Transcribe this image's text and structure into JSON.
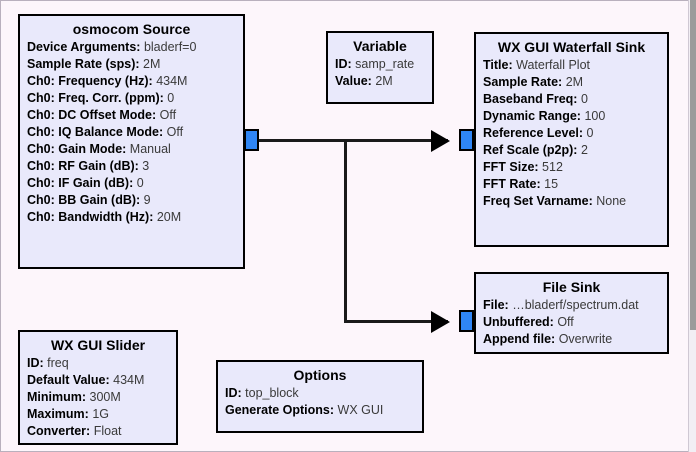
{
  "app": {
    "canvas_background": "#fdf6fb",
    "block_fill": "#e9e9fb",
    "block_border": "#000000",
    "port_color": "#2f86f6",
    "wire_color": "#1a1a1a"
  },
  "blocks": {
    "osmocom_source": {
      "title": "osmocom Source",
      "props": [
        {
          "key": "Device Arguments:",
          "value": "bladerf=0"
        },
        {
          "key": "Sample Rate (sps):",
          "value": "2M"
        },
        {
          "key": "Ch0: Frequency (Hz):",
          "value": "434M"
        },
        {
          "key": "Ch0: Freq. Corr. (ppm):",
          "value": "0"
        },
        {
          "key": "Ch0: DC Offset Mode:",
          "value": "Off"
        },
        {
          "key": "Ch0: IQ Balance Mode:",
          "value": "Off"
        },
        {
          "key": "Ch0: Gain Mode:",
          "value": "Manual"
        },
        {
          "key": "Ch0: RF Gain (dB):",
          "value": "3"
        },
        {
          "key": "Ch0: IF Gain (dB):",
          "value": "0"
        },
        {
          "key": "Ch0: BB Gain (dB):",
          "value": "9"
        },
        {
          "key": "Ch0: Bandwidth (Hz):",
          "value": "20M"
        }
      ]
    },
    "variable": {
      "title": "Variable",
      "props": [
        {
          "key": "ID:",
          "value": "samp_rate"
        },
        {
          "key": "Value:",
          "value": "2M"
        }
      ]
    },
    "waterfall_sink": {
      "title": "WX GUI Waterfall Sink",
      "props": [
        {
          "key": "Title:",
          "value": "Waterfall Plot"
        },
        {
          "key": "Sample Rate:",
          "value": "2M"
        },
        {
          "key": "Baseband Freq:",
          "value": "0"
        },
        {
          "key": "Dynamic Range:",
          "value": "100"
        },
        {
          "key": "Reference Level:",
          "value": "0"
        },
        {
          "key": "Ref Scale (p2p):",
          "value": "2"
        },
        {
          "key": "FFT Size:",
          "value": "512"
        },
        {
          "key": "FFT Rate:",
          "value": "15"
        },
        {
          "key": "Freq Set Varname:",
          "value": "None"
        }
      ]
    },
    "file_sink": {
      "title": "File Sink",
      "props": [
        {
          "key": "File:",
          "value": "…bladerf/spectrum.dat"
        },
        {
          "key": "Unbuffered:",
          "value": "Off"
        },
        {
          "key": "Append file:",
          "value": "Overwrite"
        }
      ]
    },
    "wx_gui_slider": {
      "title": "WX GUI Slider",
      "props": [
        {
          "key": "ID:",
          "value": "freq"
        },
        {
          "key": "Default Value:",
          "value": "434M"
        },
        {
          "key": "Minimum:",
          "value": "300M"
        },
        {
          "key": "Maximum:",
          "value": "1G"
        },
        {
          "key": "Converter:",
          "value": "Float"
        }
      ]
    },
    "options": {
      "title": "Options",
      "props": [
        {
          "key": "ID:",
          "value": "top_block"
        },
        {
          "key": "Generate Options:",
          "value": "WX GUI"
        }
      ]
    }
  },
  "connections": [
    {
      "from": "osmocom_source.out0",
      "to": "waterfall_sink.in0"
    },
    {
      "from": "osmocom_source.out0",
      "to": "file_sink.in0"
    }
  ]
}
